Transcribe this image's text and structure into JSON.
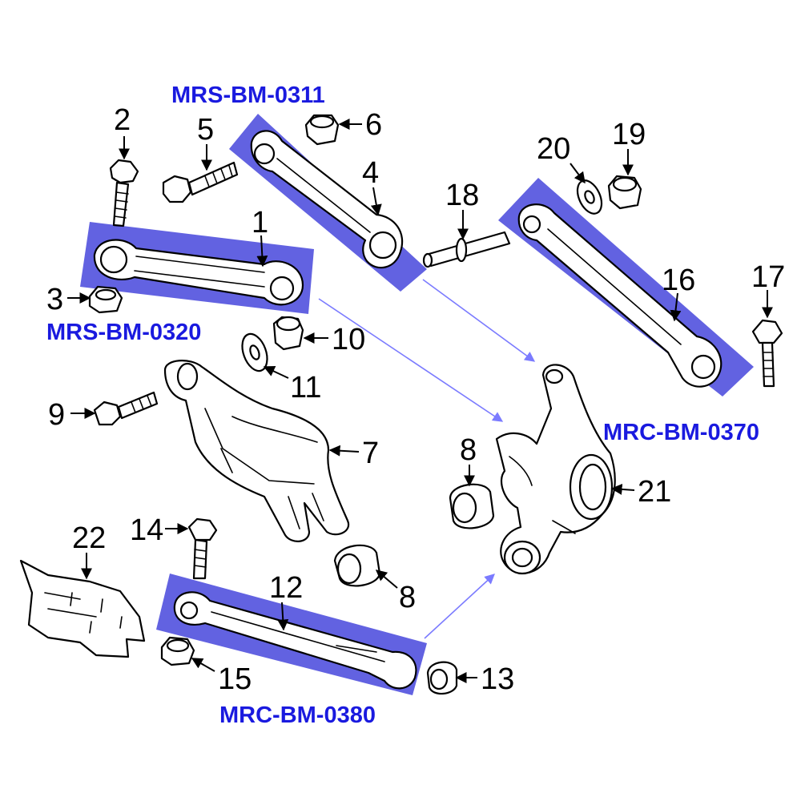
{
  "colors": {
    "highlight": "#2626d6",
    "part_code_text": "#1a1adf",
    "guide_arrow": "#7b7bff",
    "line": "#000000"
  },
  "part_codes": {
    "upper_front_arm": "MRS-BM-0311",
    "upper_rear_arm": "MRS-BM-0320",
    "right_arm": "MRC-BM-0370",
    "lower_arm": "MRC-BM-0380"
  },
  "callouts": {
    "c1": "1",
    "c2": "2",
    "c3": "3",
    "c4": "4",
    "c5": "5",
    "c6": "6",
    "c7": "7",
    "c8a": "8",
    "c8b": "8",
    "c9": "9",
    "c10": "10",
    "c11": "11",
    "c12": "12",
    "c13": "13",
    "c14": "14",
    "c15": "15",
    "c16": "16",
    "c17": "17",
    "c18": "18",
    "c19": "19",
    "c20": "20",
    "c21": "21",
    "c22": "22"
  }
}
